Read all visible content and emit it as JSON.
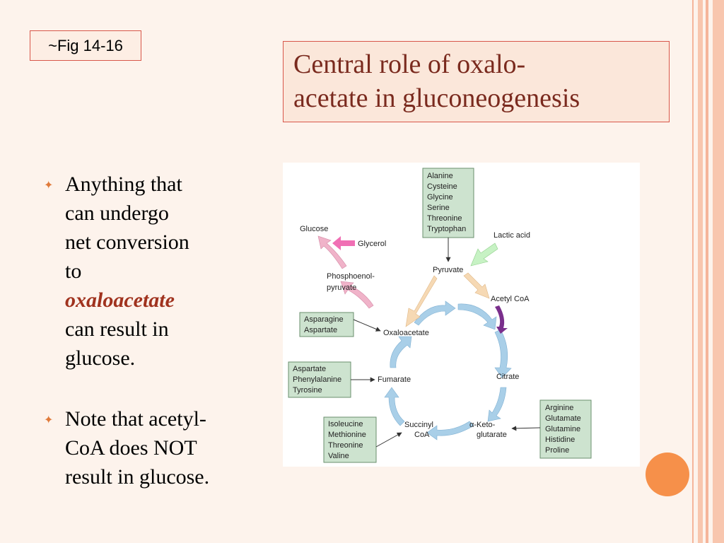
{
  "fig_label": "~Fig 14-16",
  "title": {
    "line1": "Central role of oxalo-",
    "line2": "acetate in gluconeogenesis"
  },
  "bullets": [
    {
      "lines": [
        "Anything that",
        "can undergo",
        "net conversion",
        "to"
      ],
      "emphasis": "oxaloacetate",
      "after": [
        "can result in",
        "glucose."
      ]
    },
    {
      "lines": [
        "Note that acetyl-",
        "CoA does NOT",
        "result in glucose."
      ]
    }
  ],
  "bullet_symbol": "✦",
  "diagram": {
    "nodes": {
      "glucose": "Glucose",
      "glycerol": "Glycerol",
      "lactic_acid": "Lactic acid",
      "pep": [
        "Phosphoenol-",
        "pyruvate"
      ],
      "pyruvate": "Pyruvate",
      "acetyl_coa": "Acetyl CoA",
      "oxaloacetate": "Oxaloacetate",
      "citrate": "Citrate",
      "fumarate": "Fumarate",
      "succinyl_coa": [
        "Succinyl",
        "CoA"
      ],
      "ketoglutarate": [
        "α-Keto-",
        "glutarate"
      ]
    },
    "boxes": {
      "top": [
        "Alanine",
        "Cysteine",
        "Glycine",
        "Serine",
        "Threonine",
        "Tryptophan"
      ],
      "asp": [
        "Asparagine",
        "Aspartate"
      ],
      "fum": [
        "Aspartate",
        "Phenylalanine",
        "Tyrosine"
      ],
      "succ": [
        "Isoleucine",
        "Methionine",
        "Threonine",
        "Valine"
      ],
      "akg": [
        "Arginine",
        "Glutamate",
        "Glutamine",
        "Histidine",
        "Proline"
      ]
    }
  },
  "colors": {
    "background": "#fdf3ec",
    "title_text": "#7a2a1e",
    "border": "#d8574a",
    "emphasis": "#a0321e",
    "accent": "#f6904a",
    "box_fill": "#cde3cf",
    "cycle_arrow": "#a9cfe8",
    "pink_arrow": "#f0b3c9",
    "glycerol_arrow": "#f06fb4",
    "lactic_arrow": "#c7f2c4",
    "tan_arrow": "#f6d9b4",
    "purple_arrow": "#7a2f8c"
  }
}
